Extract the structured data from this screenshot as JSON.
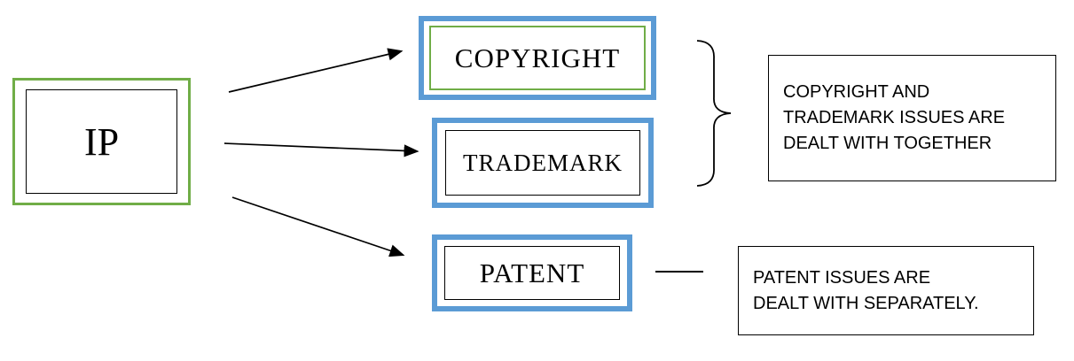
{
  "diagram": {
    "root": {
      "label": "IP"
    },
    "nodes": [
      {
        "label": "COPYRIGHT"
      },
      {
        "label": "TRADEMARK"
      },
      {
        "label": "PATENT"
      }
    ],
    "annotations": [
      {
        "text": "COPYRIGHT AND\nTRADEMARK ISSUES ARE\nDEALT WITH TOGETHER"
      },
      {
        "text": "PATENT ISSUES ARE\nDEALT WITH SEPARATELY."
      }
    ],
    "colors": {
      "green": "#70AD47",
      "blue": "#5B9BD5",
      "line": "#000000"
    }
  }
}
